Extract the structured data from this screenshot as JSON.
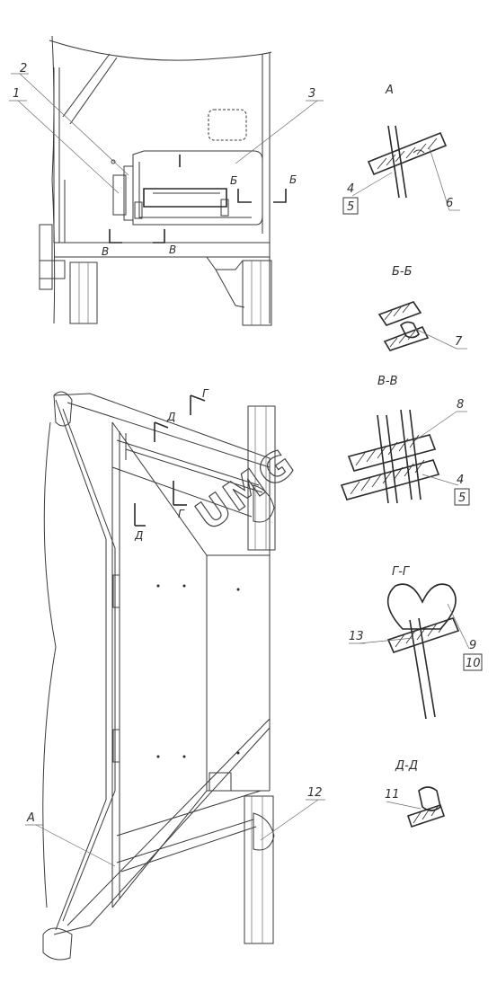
{
  "corner_mark": "",
  "watermark": "UMG",
  "views": {
    "view_a": "А",
    "section_bb": "Б-Б",
    "section_vv": "В-В",
    "section_gg": "Г-Г",
    "section_dd": "Д-Д"
  },
  "top_view": {
    "callouts": [
      "1",
      "2",
      "3"
    ],
    "cut_b": "Б",
    "cut_v": "В"
  },
  "bottom_view": {
    "cut_g": "Г",
    "cut_d": "Д",
    "callout_a": "А",
    "callout_12": "12"
  },
  "parts": {
    "p4": "4",
    "p5": "5",
    "p6": "6",
    "p7": "7",
    "p8": "8",
    "p9": "9",
    "p10": "10",
    "p11": "11",
    "p13": "13"
  }
}
